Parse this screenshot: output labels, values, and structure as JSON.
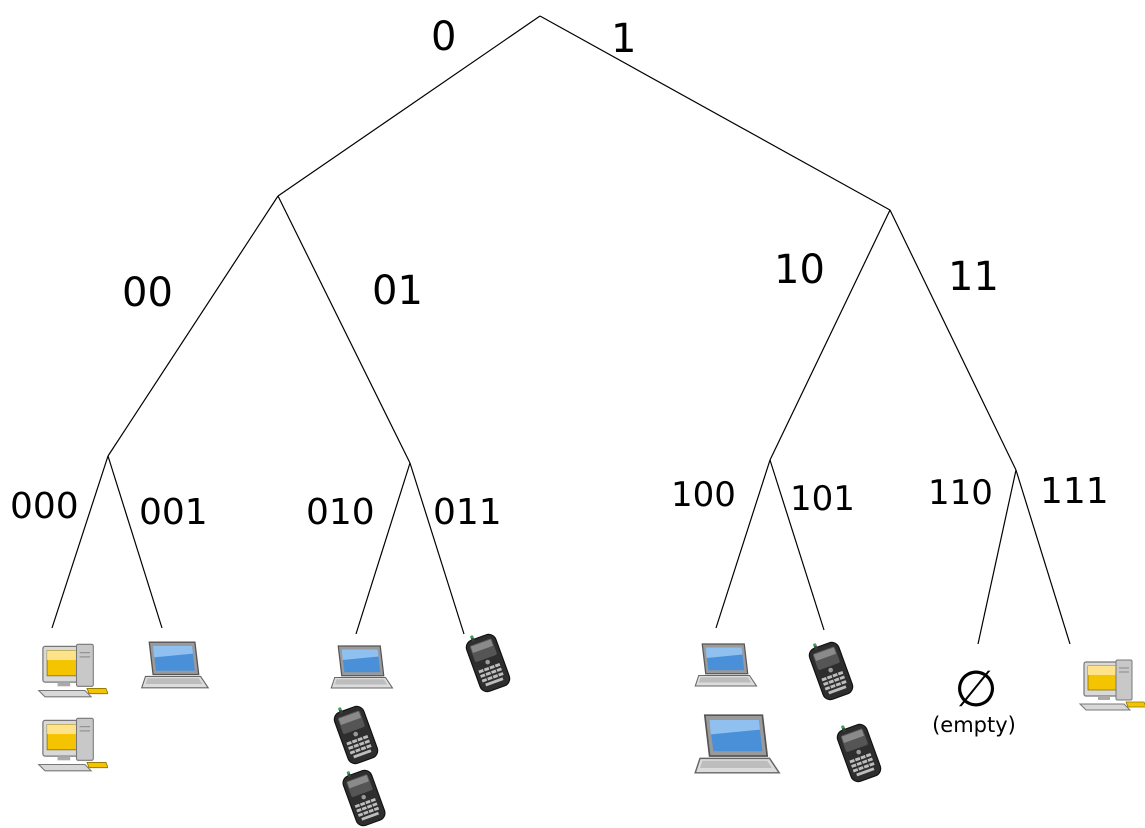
{
  "tree": {
    "labels": {
      "b0": "0",
      "b1": "1",
      "b00": "00",
      "b01": "01",
      "b10": "10",
      "b11": "11",
      "b000": "000",
      "b001": "001",
      "b010": "010",
      "b011": "011",
      "b100": "100",
      "b101": "101",
      "b110": "110",
      "b111": "111"
    },
    "empty_symbol": "∅",
    "empty_text": "(empty)",
    "leaves": {
      "000": [
        "desktop-computer",
        "desktop-computer"
      ],
      "001": [
        "laptop"
      ],
      "010": [
        "laptop",
        "smartphone",
        "smartphone"
      ],
      "011": [
        "smartphone"
      ],
      "100": [
        "laptop",
        "laptop"
      ],
      "101": [
        "smartphone",
        "smartphone"
      ],
      "110": [],
      "111": [
        "desktop-computer"
      ]
    }
  },
  "colors": {
    "line": "#000000",
    "screen_blue": "#4a90d9",
    "desktop_yellow": "#f5c400",
    "device_gray": "#c8c8c8",
    "phone_dark": "#2e2e2e"
  }
}
